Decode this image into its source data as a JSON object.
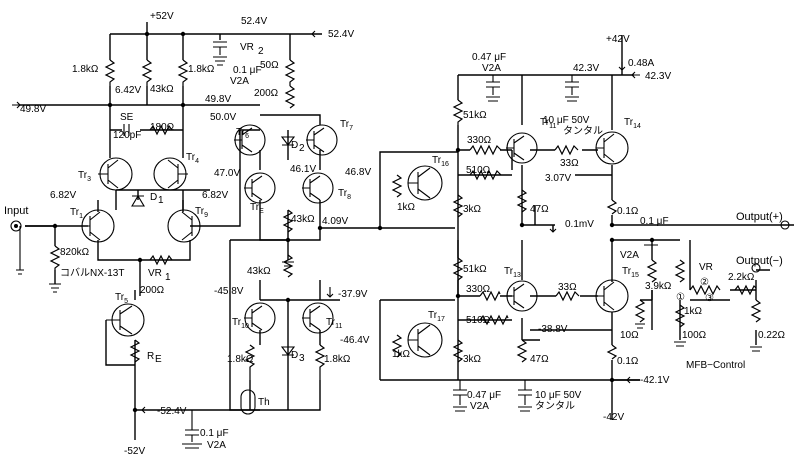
{
  "rails": {
    "top_pos": "+52V",
    "top_neg": "-52V",
    "right_pos": "+42V",
    "right_neg": "-42V",
    "v_52_4": "52.4V",
    "v_52_4b": "52.4V",
    "v_m52_4": "-52.4V",
    "v_0_48a": "0.48A",
    "v_42_3": "42.3V",
    "v_42_3b": "42.3V",
    "v_m42_1": "-42.1V"
  },
  "voltages": {
    "v49_8a": "49.8V",
    "v49_8b": "49.8V",
    "v6_42": "6.42V",
    "v50_0": "50.0V",
    "v47_0": "47.0V",
    "v46_1": "46.1V",
    "v46_8": "46.8V",
    "v6_82a": "6.82V",
    "v6_82b": "6.82V",
    "v4_09": "4.09V",
    "v45_8": "-45.8V",
    "v37_9": "-37.9V",
    "v46_4": "-46.4V",
    "v3_07": "3.07V",
    "v38_8": "-38.8V",
    "v0_1mv": "0.1mV"
  },
  "components": {
    "r1_8k_a": "1.8kΩ",
    "r43k_a": "43kΩ",
    "r1_8k_b": "1.8kΩ",
    "vr2": "VR",
    "vr2_sub": "2",
    "r50": "50Ω",
    "r200a": "200Ω",
    "c0_1a": "0.1 μF",
    "c0_1a_v": "V2A",
    "se": "SE",
    "c120p": "120pF",
    "r180": "180Ω",
    "d1": "D",
    "d1_sub": "1",
    "d2": "D",
    "d2_sub": "2",
    "d3": "D",
    "d3_sub": "3",
    "r820k": "820kΩ",
    "cobalt": "コバルNX-13T",
    "vr1": "VR",
    "vr1_sub": "1",
    "r200b": "200Ω",
    "r43k_b": "43kΩ",
    "r43k_c": "43kΩ",
    "r1_8k_c": "1.8kΩ",
    "r1_8k_d": "1.8kΩ",
    "th": "Th",
    "re": "R",
    "re_sub": "E",
    "c0_1b": "0.1 μF",
    "c0_1b_v": "V2A",
    "c047a": "0.47 μF",
    "c047a_v": "V2A",
    "r51k_a": "51kΩ",
    "r330a": "330Ω",
    "c10u_a": "10 μF 50V",
    "c10u_a_t": "タンタル",
    "r33a": "33Ω",
    "r510a": "510Ω",
    "r1k_a": "1kΩ",
    "r3k_a": "3kΩ",
    "r47a": "47Ω",
    "r0_1a": "0.1Ω",
    "c0_1c": "0.1 μF",
    "r51k_b": "51kΩ",
    "r330b": "330Ω",
    "r33b": "33Ω",
    "r510b": "510Ω",
    "r1k_b": "1kΩ",
    "r3k_b": "3kΩ",
    "r47b": "47Ω",
    "r0_1b": "0.1Ω",
    "r10": "10Ω",
    "r3_9k": "3.9kΩ",
    "c_v2a": "V2A",
    "r1k_c": "1kΩ",
    "r100": "100Ω",
    "r2_2k": "2.2kΩ",
    "r0_22": "0.22Ω",
    "c047b": "0.47 μF",
    "c047b_v": "V2A",
    "c10u_b": "10 μF 50V",
    "c10u_b_t": "タンタル",
    "vr_mfb": "VR",
    "n1": "①",
    "n2": "②",
    "n3": "③",
    "mfb": "MFB−Control"
  },
  "transistors": {
    "tr1": "Tr",
    "tr1_s": "1",
    "tr3": "Tr",
    "tr3_s": "3",
    "tr4": "Tr",
    "tr4_s": "4",
    "tr5": "Tr",
    "tr5_s": "5",
    "tr6": "Tr",
    "tr6_s": "6",
    "tr7": "Tr",
    "tr7_s": "7",
    "tr8": "Tr",
    "tr8_s": "8",
    "tr9": "Tr",
    "tr9_s": "9",
    "tr_e": "Tr",
    "tr_e_s": "E",
    "tr10": "Tr",
    "tr10_s": "10",
    "tr11": "Tr",
    "tr11_s": "11",
    "tr11b": "Tr",
    "tr11b_s": "11",
    "tr13": "Tr",
    "tr13_s": "13",
    "tr14": "Tr",
    "tr14_s": "14",
    "tr15": "Tr",
    "tr15_s": "15",
    "tr16": "Tr",
    "tr16_s": "16",
    "tr17": "Tr",
    "tr17_s": "17"
  },
  "io": {
    "input": "Input",
    "out_pos": "Output(+)",
    "out_neg": "Output(−)"
  }
}
